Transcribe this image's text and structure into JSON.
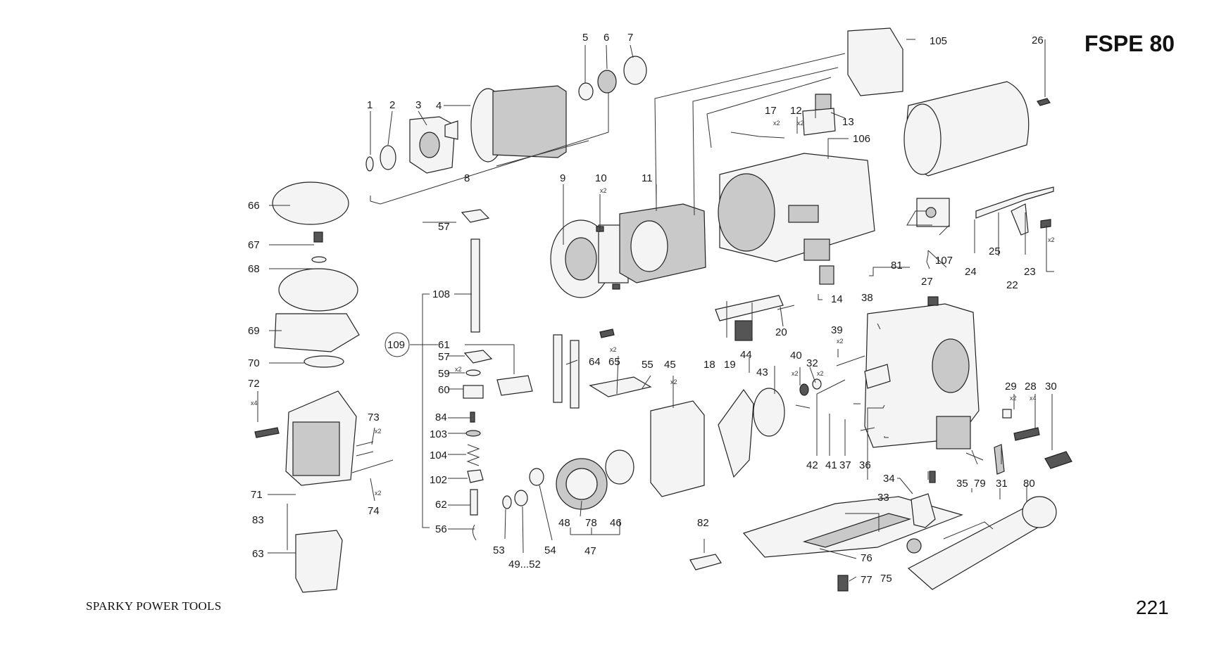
{
  "header": {
    "model": "FSPE 80",
    "page_number": "221"
  },
  "footer": {
    "brand": "SPARKY POWER TOOLS"
  },
  "callouts": {
    "c1": "1",
    "c2": "2",
    "c3": "3",
    "c4": "4",
    "c5": "5",
    "c6": "6",
    "c7": "7",
    "c8": "8",
    "c9": "9",
    "c10": "10",
    "c11": "11",
    "c12": "12",
    "c13": "13",
    "c14": "14",
    "c17": "17",
    "c18": "18",
    "c19": "19",
    "c20": "20",
    "c22": "22",
    "c23": "23",
    "c24": "24",
    "c25": "25",
    "c26": "26",
    "c27": "27",
    "c28": "28",
    "c29": "29",
    "c30": "30",
    "c31": "31",
    "c32": "32",
    "c33": "33",
    "c34": "34",
    "c35": "35",
    "c36": "36",
    "c37": "37",
    "c38": "38",
    "c39": "39",
    "c40": "40",
    "c41": "41",
    "c42": "42",
    "c43": "43",
    "c44": "44",
    "c45": "45",
    "c46": "46",
    "c47": "47",
    "c48": "48",
    "c49": "49...52",
    "c53": "53",
    "c54": "54",
    "c55": "55",
    "c56": "56",
    "c57a": "57",
    "c57b": "57",
    "c59": "59",
    "c60": "60",
    "c61": "61",
    "c62": "62",
    "c63": "63",
    "c64": "64",
    "c65": "65",
    "c66": "66",
    "c67": "67",
    "c68": "68",
    "c69": "69",
    "c70": "70",
    "c71": "71",
    "c72": "72",
    "c73": "73",
    "c74": "74",
    "c75": "75",
    "c76": "76",
    "c77": "77",
    "c78": "78",
    "c79": "79",
    "c80": "80",
    "c81": "81",
    "c82": "82",
    "c83": "83",
    "c84": "84",
    "c102": "102",
    "c103": "103",
    "c104": "104",
    "c105": "105",
    "c106": "106",
    "c107": "107",
    "c108": "108",
    "c109": "109"
  },
  "quantities": {
    "q10": "x2",
    "q17": "x2",
    "q12": "x2",
    "q23": "x2",
    "q65": "x2",
    "q45": "x2",
    "q59": "x2",
    "q73": "x2",
    "q74": "x2",
    "q72": "x4",
    "q39": "x2",
    "q40": "x2",
    "q32": "x2",
    "q29": "x2",
    "q28": "x4"
  }
}
